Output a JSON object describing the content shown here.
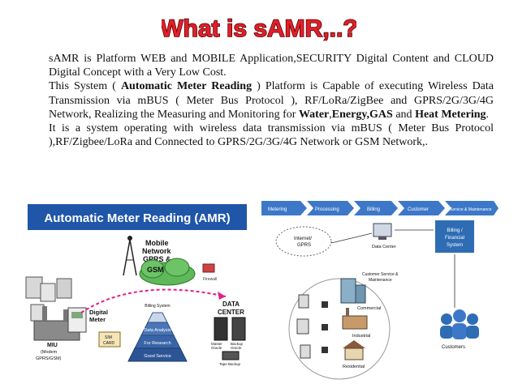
{
  "header": {
    "title": "What is sAMR,..?"
  },
  "paragraphs": {
    "p1": "sAMR is Platform WEB and MOBILE Application,SECURITY Digital Content and CLOUD Digital Concept with a Very Low Cost.",
    "p2_a": "This System ( ",
    "p2_b": "Automatic Meter Reading",
    "p2_c": " ) Platform is Capable of executing Wireless Data Transmission via mBUS ( Meter Bus Protocol ), RF/LoRa/ZigBee and GPRS/2G/3G/4G Network, Realizing the Measuring and Monitoring for ",
    "p2_w": "Water",
    "p2_comma": ",",
    "p2_e": "Energy,GAS",
    "p2_and": " and ",
    "p2_h": "Heat Metering",
    "p2_end": ".",
    "p3": "It is a system operating with wireless data transmission via mBUS ( Meter Bus Protocol ),RF/Zigbee/LoRa and Connected to GPRS/2G/3G/4G Network or GSM Network,."
  },
  "amr_figure": {
    "banner": "Automatic Meter Reading (AMR)",
    "mobile_network": [
      "Mobile",
      "Network",
      "GPRS &",
      "GSM"
    ],
    "firewall": "Firewall",
    "digital_meter": [
      "Digital",
      "Meter"
    ],
    "miu": [
      "MIU",
      "(Modem",
      "GPRS/GSM)"
    ],
    "sim_card": [
      "SIM",
      "CARD"
    ],
    "data_center": [
      "DATA",
      "CENTER"
    ],
    "pyramid": [
      "Billing System",
      "Data Analysis",
      "For Research",
      "Good Service"
    ],
    "master_oracle": [
      "Master",
      "Oracle"
    ],
    "backup_oracle": [
      "Backup",
      "Oracle"
    ],
    "tape_backup": "Tape Backup"
  },
  "flow_figure": {
    "steps": [
      "Metering",
      "Processing",
      "Billing",
      "Customer",
      "Service & Maintenance"
    ],
    "internet": [
      "Internet/",
      "GPRS"
    ],
    "data_center": "Data Center",
    "billing_box": [
      "Billing /",
      "Financial",
      "System"
    ],
    "customer_service": [
      "Customer Service &",
      "Maintenance"
    ],
    "commercial": "Commercial",
    "industrial": "Industrial",
    "residential": "Residential",
    "customers": "Customers"
  },
  "colors": {
    "title_red": "#e0202a",
    "banner_blue": "#1f56a8",
    "step_blue": "#3d78c8",
    "billing_blue": "#2e6db4"
  }
}
